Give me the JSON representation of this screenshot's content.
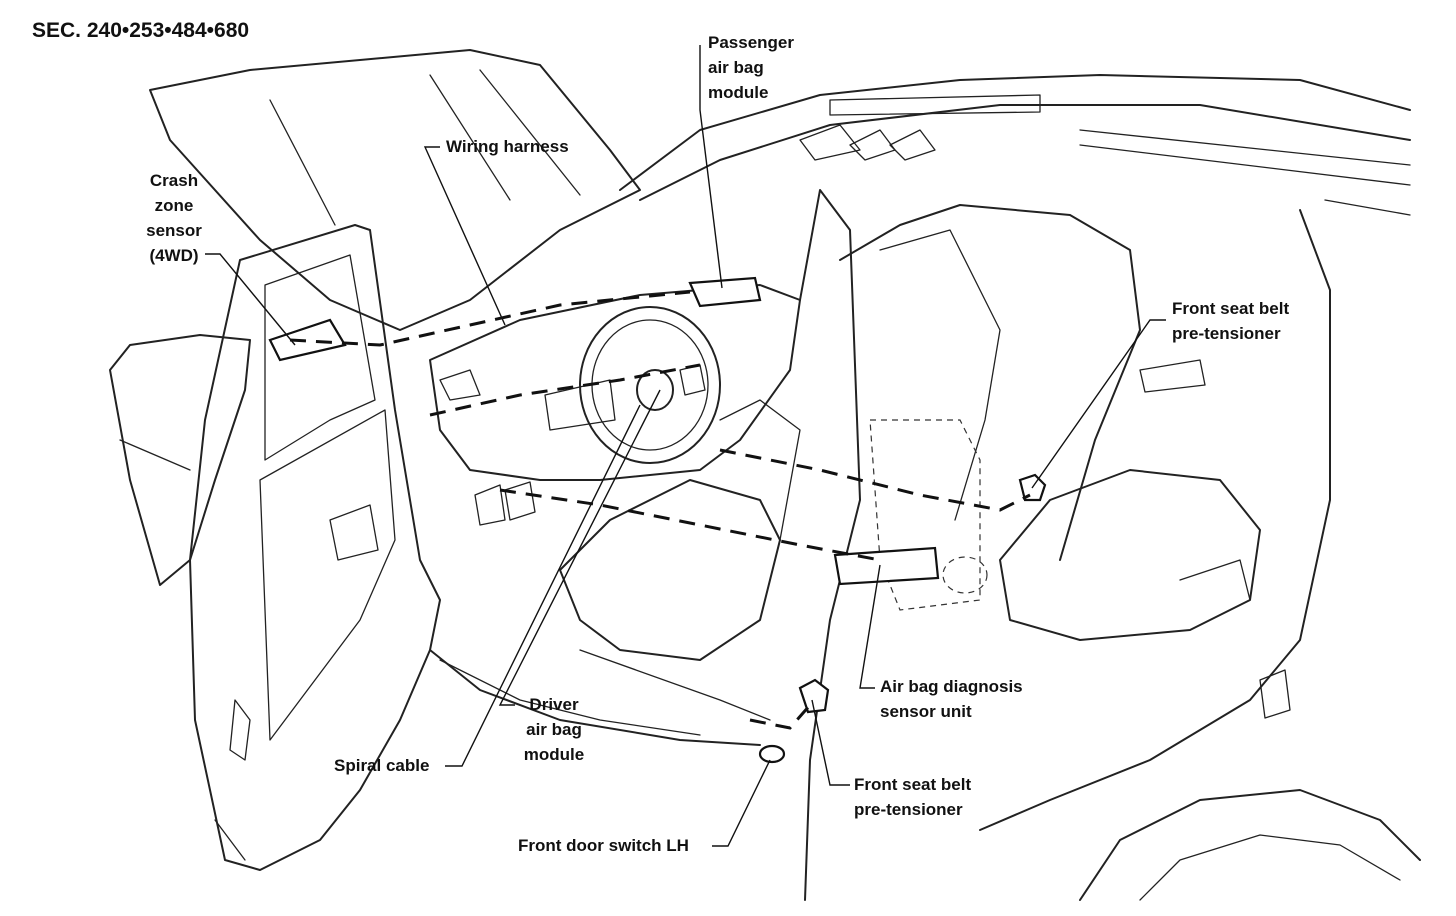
{
  "header": {
    "section_ref": "SEC. 240•253•484•680"
  },
  "callouts": {
    "passenger_airbag": "Passenger\nair bag\nmodule",
    "wiring_harness": "Wiring harness",
    "crash_zone_sensor": "Crash\nzone\nsensor\n(4WD)",
    "seatbelt_pretensioner_rear": "Front seat belt\npre-tensioner",
    "airbag_diagnosis_unit": "Air bag diagnosis\nsensor unit",
    "driver_airbag": "Driver\nair bag\nmodule",
    "spiral_cable": "Spiral cable",
    "seatbelt_pretensioner_front": "Front seat belt\npre-tensioner",
    "front_door_switch": "Front door switch LH"
  },
  "colors": {
    "ink": "#222222",
    "background": "#ffffff"
  }
}
